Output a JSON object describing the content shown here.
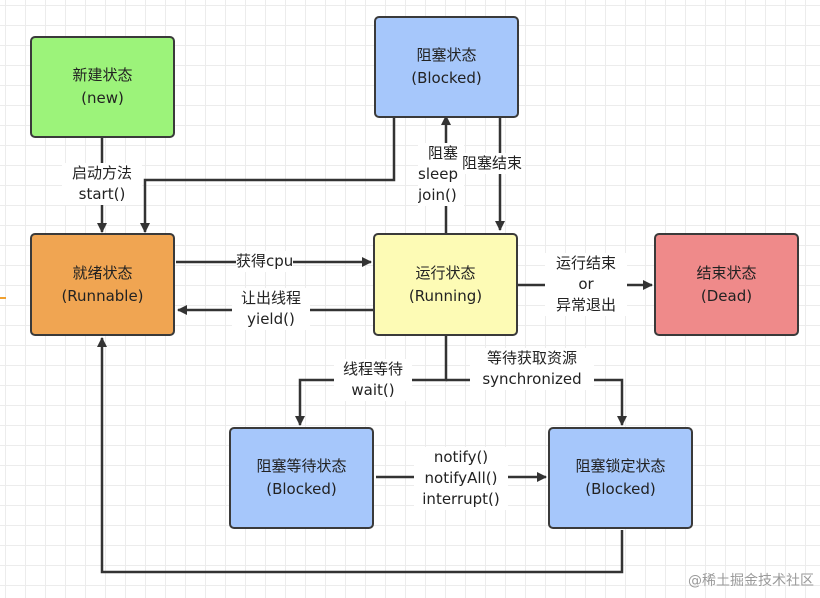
{
  "nodes": {
    "new": {
      "name": "新建状态",
      "sub": "(new)",
      "color": "#9cf37a"
    },
    "runnable": {
      "name": "就绪状态",
      "sub": "(Runnable)",
      "color": "#f0a552"
    },
    "running": {
      "name": "运行状态",
      "sub": "(Running)",
      "color": "#fdfbb5"
    },
    "dead": {
      "name": "结束状态",
      "sub": "(Dead)",
      "color": "#ef8a8a"
    },
    "blocked": {
      "name": "阻塞状态",
      "sub": "(Blocked)",
      "color": "#a6c7fb"
    },
    "blocked_wait": {
      "name": "阻塞等待状态",
      "sub": "(Blocked)",
      "color": "#a6c7fb"
    },
    "blocked_lock": {
      "name": "阻塞锁定状态",
      "sub": "(Blocked)",
      "color": "#a6c7fb"
    }
  },
  "edges": {
    "start": {
      "line1": "启动方法",
      "line2": "start()"
    },
    "get_cpu": {
      "line1": "获得cpu"
    },
    "yield": {
      "line1": "让出线程",
      "line2": "yield()"
    },
    "block": {
      "line1": "阻塞",
      "line2": "sleep",
      "line3": "join()"
    },
    "block_end": {
      "line1": "阻塞结束"
    },
    "run_end": {
      "line1": "运行结束",
      "line2": "or",
      "line3": "异常退出"
    },
    "wait": {
      "line1": "线程等待",
      "line2": "wait()"
    },
    "sync": {
      "line1": "等待获取资源",
      "line2": "synchronized"
    },
    "notify": {
      "line1": "notify()",
      "line2": "notifyAll()",
      "line3": "interrupt()"
    }
  },
  "watermark": "@稀土掘金技术社区"
}
